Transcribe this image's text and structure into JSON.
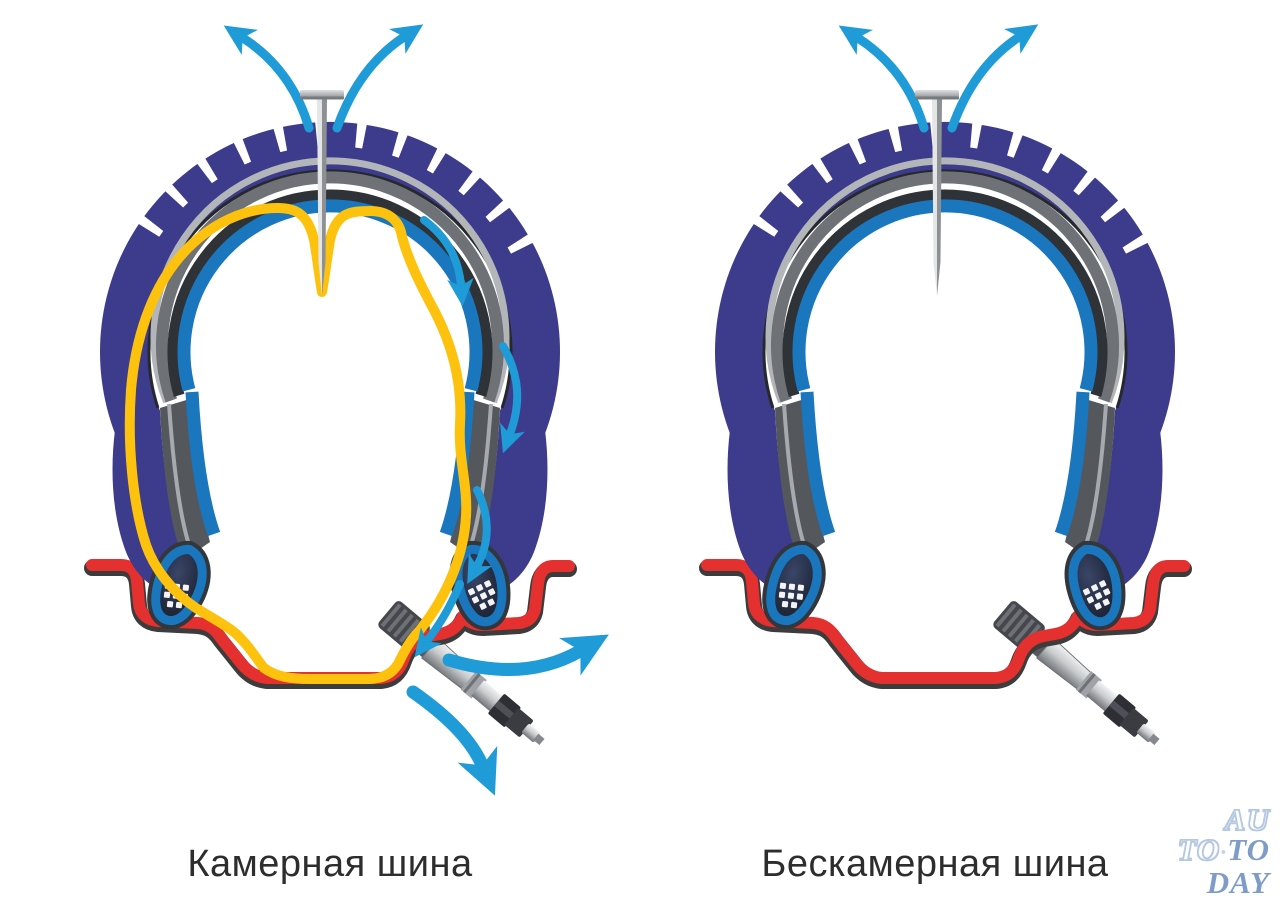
{
  "captions": {
    "left": "Камерная шина",
    "right": "Бескамерная шина"
  },
  "watermark": {
    "line1": "AU",
    "line2a": "TO",
    "dot": "·",
    "line2b": "TO",
    "line3": "DAY"
  },
  "colors": {
    "tire_body": "#3d3b8c",
    "belt_dark": "#2f3236",
    "belt_mid": "#6e7176",
    "belt_light": "#b3b6b9",
    "inner_liner_blue": "#1a76bd",
    "inner_tube_yellow": "#fdc20d",
    "rim_red": "#e4302e",
    "air_arrow_blue": "#1f9bd7",
    "nail_gray": "#b9bcc0",
    "caption_text": "#2d2d2d",
    "watermark_blue": "#7f9cc9"
  },
  "icons": {
    "air_escape_arrow": "curved blue arrow showing escaping air",
    "nail": "nail puncturing the tire tread",
    "valve": "tire valve stem mounted through the rim",
    "inner_tube": "yellow outline of deflating inner tube",
    "bead_bundle": "tire bead wire bundle with checkered dots",
    "rim_profile": "red wheel rim cross-section"
  }
}
